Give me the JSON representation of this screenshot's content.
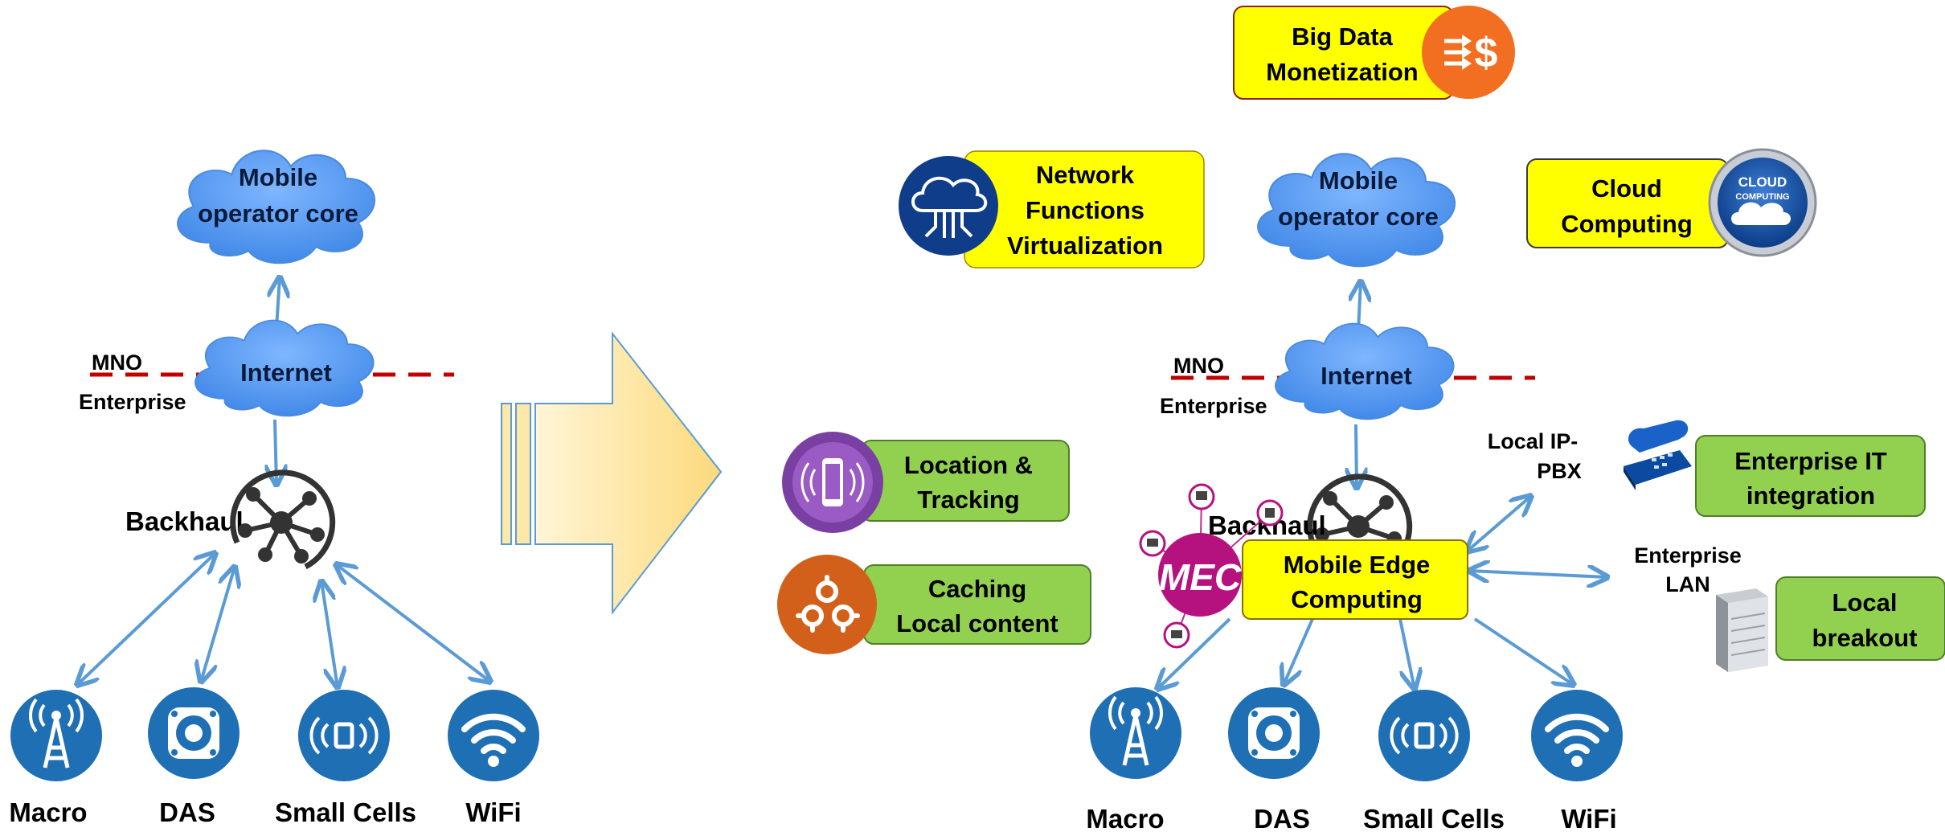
{
  "left": {
    "cloud_core": [
      "Mobile",
      "operator core"
    ],
    "cloud_internet": "Internet",
    "mno": "MNO",
    "enterprise": "Enterprise",
    "backhaul": "Backhaul",
    "access": [
      "Macro",
      "DAS",
      "Small Cells",
      "WiFi"
    ]
  },
  "right": {
    "big_data": [
      "Big Data",
      "Monetization"
    ],
    "nfv": [
      "Network",
      "Functions",
      "Virtualization"
    ],
    "cloud_core": [
      "Mobile",
      "operator core"
    ],
    "cloud_computing": [
      "Cloud",
      "Computing"
    ],
    "cloud_computing_badge": [
      "CLOUD",
      "COMPUTING"
    ],
    "cloud_internet": "Internet",
    "mno": "MNO",
    "enterprise": "Enterprise",
    "location": [
      "Location &",
      "Tracking"
    ],
    "caching": [
      "Caching",
      "Local content"
    ],
    "local_ip_pbx": [
      "Local IP-",
      "PBX"
    ],
    "enterprise_it": [
      "Enterprise IT",
      "integration"
    ],
    "enterprise_lan": [
      "Enterprise",
      "LAN"
    ],
    "local_breakout": [
      "Local",
      "breakout"
    ],
    "backhaul": "Backhaul",
    "mec_badge": "MEC",
    "mec": [
      "Mobile Edge",
      "Computing"
    ],
    "access": [
      "Macro",
      "DAS",
      "Small Cells",
      "WiFi"
    ]
  },
  "colors": {
    "cloud": "#5a9cf0",
    "arrow": "#5b9bd5",
    "yellow_box": "#ffff00",
    "green_box": "#92d050",
    "dashed_line": "#c00000",
    "access_icon": "#1f6fb5",
    "mec": "#b5127f",
    "transition_arrow": "#fde49a"
  }
}
